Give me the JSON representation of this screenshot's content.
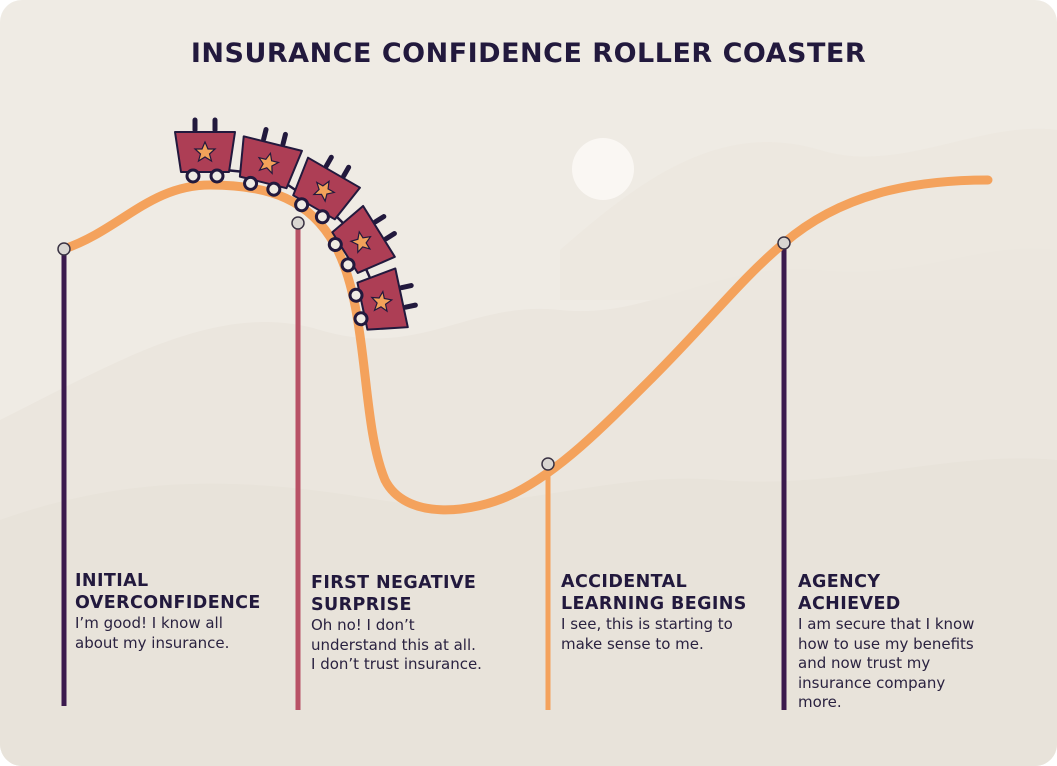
{
  "title": "INSURANCE CONFIDENCE ROLLER COASTER",
  "colors": {
    "background": "#efebe4",
    "track": "#f4a25c",
    "cart": "#ad3e55",
    "star": "#f2a25a",
    "dark": "#22193d",
    "sun": "#faf7f3",
    "pole_dark": "#3b1a4e",
    "pole_red": "#b85266",
    "pole_orange": "#f4a25c"
  },
  "stages": [
    {
      "heading": "INITIAL\nOVERCONFIDENCE",
      "description": "I’m good! I know all\nabout my insurance.",
      "pole_color": "#3b1a4e"
    },
    {
      "heading": "FIRST NEGATIVE\nSURPRISE",
      "description": "Oh no! I don’t\nunderstand this at all.\nI don’t trust insurance.",
      "pole_color": "#b85266"
    },
    {
      "heading": "ACCIDENTAL\nLEARNING BEGINS",
      "description": "I see, this is starting to\nmake sense to me.",
      "pole_color": "#f4a25c"
    },
    {
      "heading": "AGENCY\nACHIEVED",
      "description": "I am secure that I know\nhow to use my benefits\nand now trust my\ninsurance company\nmore.",
      "pole_color": "#3b1a4e"
    }
  ],
  "icons": {
    "cart": "roller-coaster-cart-icon",
    "star": "star-icon",
    "sun": "sun-icon"
  }
}
